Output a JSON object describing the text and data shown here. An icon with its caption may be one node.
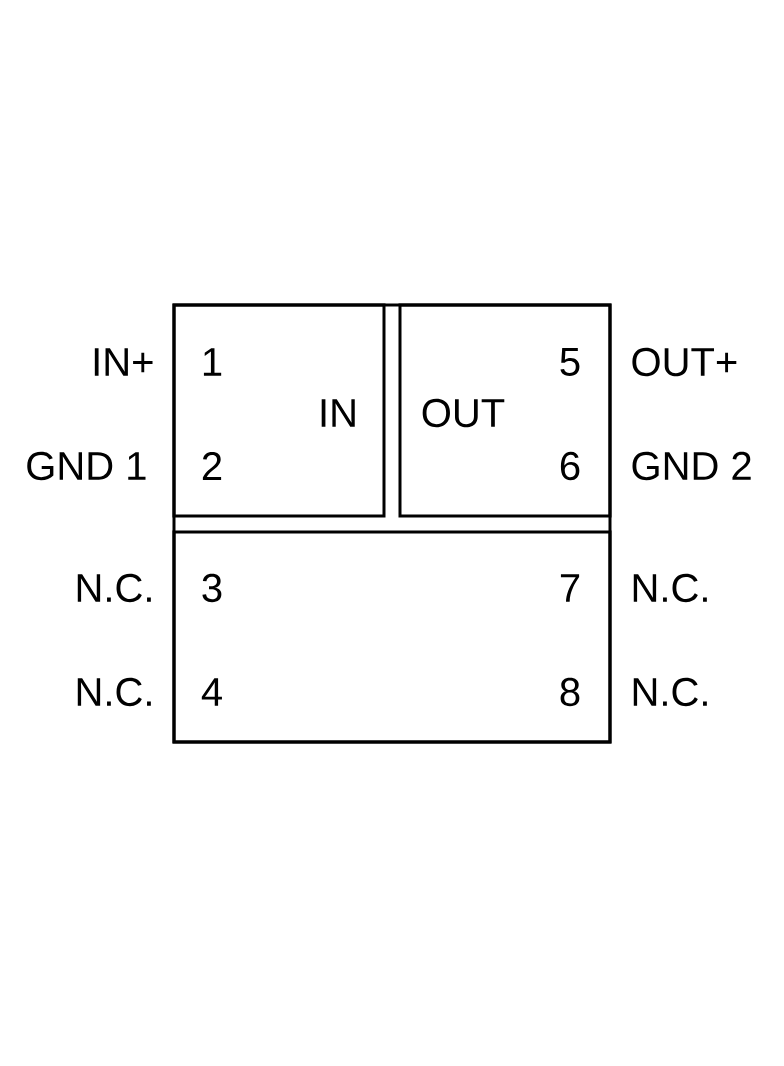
{
  "diagram": {
    "nodes": [
      {
        "text": [],
        "shape": "box"
      },
      {
        "text": [
          "1",
          "IN",
          "2"
        ],
        "in": 0
      },
      {
        "text": [
          "5",
          "OUT",
          "6"
        ],
        "in": 0
      },
      {
        "text": [
          "3",
          "7",
          "4",
          "8"
        ],
        "in": 0
      }
    ],
    "labels": [
      "IN+",
      "OUT+",
      "GND 1",
      "GND 2",
      "N.C.",
      "N.C.",
      "N.C.",
      "N.C."
    ]
  }
}
